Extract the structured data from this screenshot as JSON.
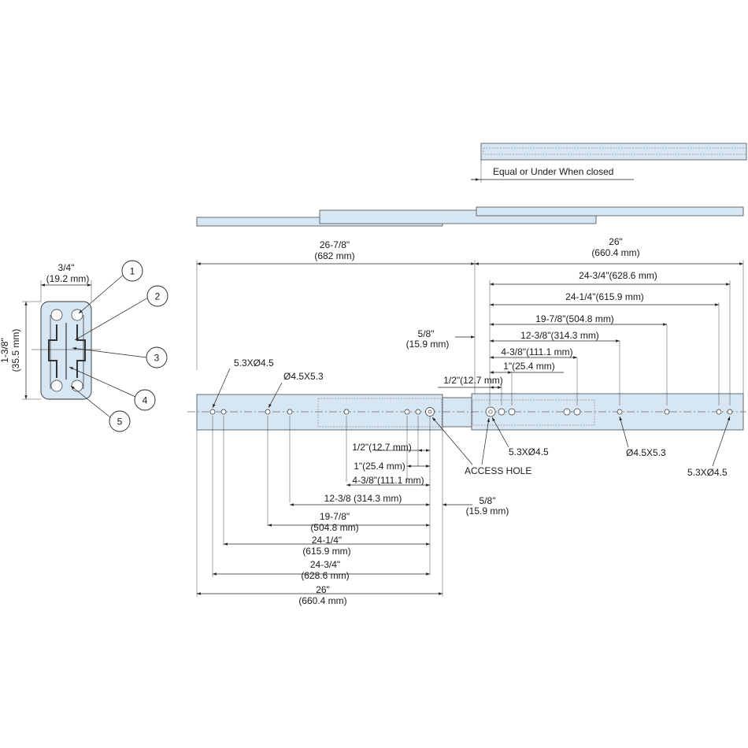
{
  "profile": {
    "width_in": "3/4\"",
    "width_mm": "(19.2 mm)",
    "height_in": "1-3/8\"",
    "height_mm": "(35.5 mm)",
    "callouts": [
      "1",
      "2",
      "3",
      "4",
      "5"
    ]
  },
  "closed": {
    "note": "Equal or Under When closed"
  },
  "extended": {
    "total_in": "26-7/8\"",
    "total_mm": "(682 mm)",
    "length_in": "26\"",
    "length_mm": "(660.4 mm)"
  },
  "top_dims": [
    {
      "label": "24-3/4\"(628.6 mm)"
    },
    {
      "label": "24-1/4\"(615.9 mm)"
    },
    {
      "label": "19-7/8\"(504.8 mm)"
    },
    {
      "label": "12-3/8\"(314.3 mm)"
    },
    {
      "label": "4-3/8\"(111.1 mm)"
    },
    {
      "label": "1\"(25.4 mm)"
    },
    {
      "label": "1/2\"(12.7 mm)"
    }
  ],
  "offset_top": {
    "in": "5/8\"",
    "mm": "(15.9 mm)"
  },
  "offset_bottom": {
    "in": "5/8\"",
    "mm": "(15.9 mm)"
  },
  "hole_labels": {
    "left_slot": "5.3XØ4.5",
    "left_round": "Ø4.5X5.3",
    "mid_slot": "5.3XØ4.5",
    "access": "ACCESS HOLE",
    "right_round": "Ø4.5X5.3",
    "right_slot": "5.3XØ4.5"
  },
  "bottom_dims": [
    {
      "label": "1/2\"(12.7 mm)"
    },
    {
      "label": "1\"(25.4 mm)"
    },
    {
      "label": "4-3/8\"(111.1 mm)"
    },
    {
      "label": "12-3/8  (314.3 mm)"
    },
    {
      "in": "19-7/8\"",
      "mm": "(504.8 mm)"
    },
    {
      "in": "24-1/4\"",
      "mm": "(615.9 mm)"
    },
    {
      "in": "24-3/4\"",
      "mm": "(628.6 mm)"
    },
    {
      "in": "26\"",
      "mm": "(660.4 mm)"
    }
  ]
}
